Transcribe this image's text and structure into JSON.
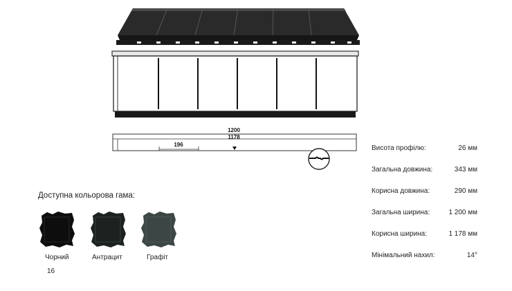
{
  "drawing": {
    "dim_total": "1200",
    "dim_useful": "1178",
    "dim_step": "196"
  },
  "palette": {
    "title": "Доступна кольорова гама:",
    "swatches": [
      {
        "label": "Чорний",
        "color": "#0c0d0c"
      },
      {
        "label": "Антрацит",
        "color": "#1c2220"
      },
      {
        "label": "Графіт",
        "color": "#3b4645"
      }
    ],
    "footnote": "16"
  },
  "specs": [
    {
      "label": "Висота профілю:",
      "value": "26 мм"
    },
    {
      "label": "Загальна довжина:",
      "value": "343 мм"
    },
    {
      "label": "Корисна довжина:",
      "value": "290 мм"
    },
    {
      "label": "Загальна ширина:",
      "value": "1 200 мм"
    },
    {
      "label": "Корисна ширина:",
      "value": "1 178 мм"
    },
    {
      "label": "Мінімальний нахил:",
      "value": "14°"
    }
  ]
}
